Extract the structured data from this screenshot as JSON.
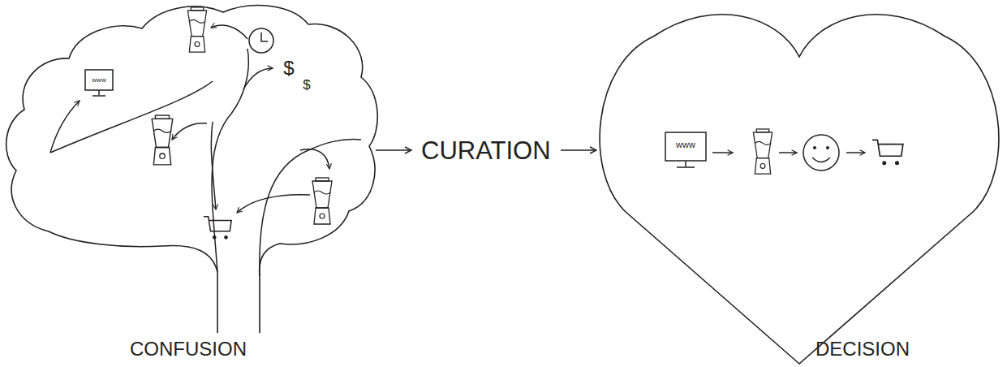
{
  "diagram": {
    "nodes": [
      {
        "text": [
          "CONFUSION"
        ]
      },
      {
        "text": [
          "DECISION"
        ]
      }
    ],
    "edges": [
      {
        "from": 0,
        "to": 1,
        "arrow": "to",
        "label": "CURATION"
      }
    ],
    "labels": [
      "www",
      "$",
      "$",
      "www"
    ]
  }
}
